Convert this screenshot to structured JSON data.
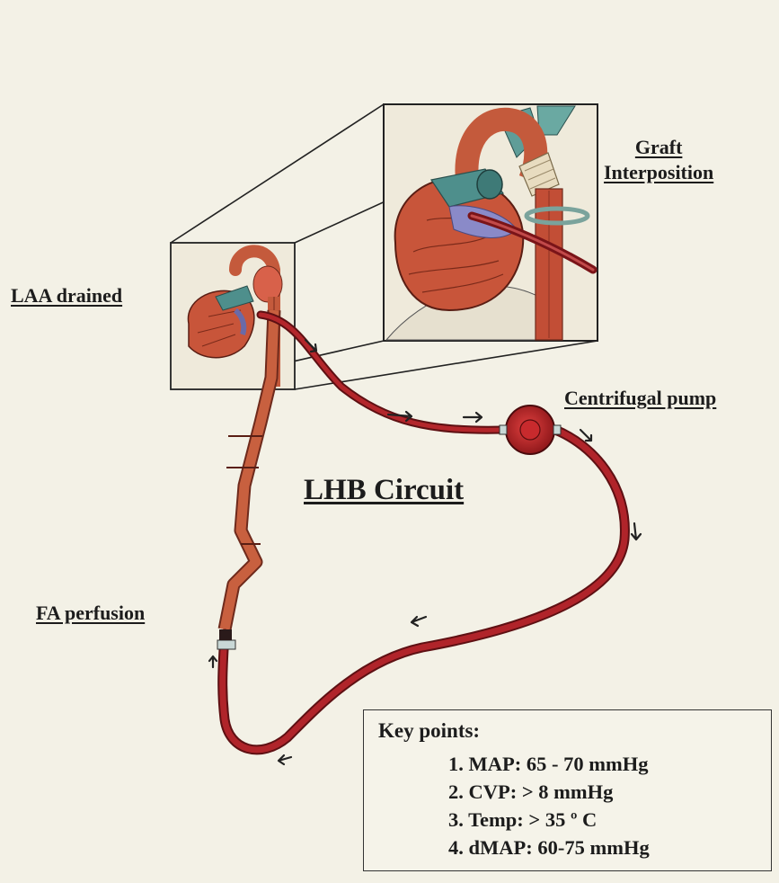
{
  "labels": {
    "graft_line1": "Graft",
    "graft_line2": "Interposition",
    "laa_drained": "LAA drained",
    "centrifugal_pump": "Centrifugal pump",
    "circuit_title": "LHB Circuit",
    "fa_perfusion": "FA perfusion"
  },
  "key_points": {
    "title": "Key points:",
    "items": [
      "1. MAP: 65 - 70 mmHg",
      "2. CVP:  > 8 mmHg",
      "3. Temp: > 35 º C",
      "4. dMAP: 60-75 mmHg"
    ]
  },
  "colors": {
    "paper": "#f3f1e6",
    "tubing": "#8e1a1f",
    "aorta": "#c45a3c",
    "heart": "#c8553a",
    "graft": "#e8dcc0",
    "teal": "#4e8f8c"
  }
}
